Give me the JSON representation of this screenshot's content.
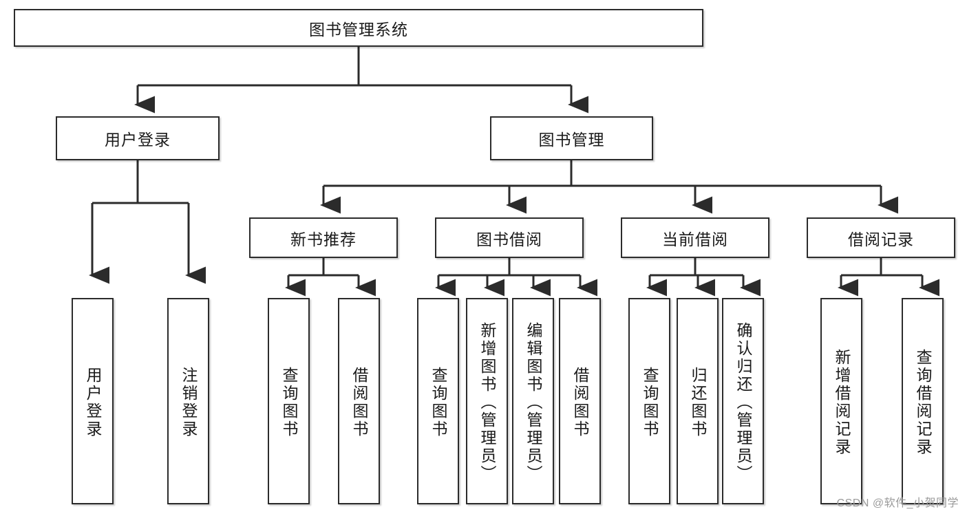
{
  "diagram": {
    "title_node": {
      "label": "图书管理系统"
    },
    "level2": [
      {
        "id": "user-login",
        "label": "用户登录"
      },
      {
        "id": "book-management",
        "label": "图书管理"
      }
    ],
    "level3": [
      {
        "id": "new-book-recommend",
        "label": "新书推荐"
      },
      {
        "id": "book-borrow",
        "label": "图书借阅"
      },
      {
        "id": "current-borrow",
        "label": "当前借阅"
      },
      {
        "id": "borrow-record",
        "label": "借阅记录"
      }
    ],
    "leaves": [
      {
        "id": "leaf-user-login",
        "label": "用户登录",
        "parent": "user-login"
      },
      {
        "id": "leaf-logout-login",
        "label": "注销登录",
        "parent": "user-login"
      },
      {
        "id": "leaf-query-book-1",
        "label": "查询图书",
        "parent": "new-book-recommend"
      },
      {
        "id": "leaf-borrow-book-1",
        "label": "借阅图书",
        "parent": "new-book-recommend"
      },
      {
        "id": "leaf-query-book-2",
        "label": "查询图书",
        "parent": "book-borrow"
      },
      {
        "id": "leaf-add-book",
        "label": "新增图书（管理员）",
        "parent": "book-borrow"
      },
      {
        "id": "leaf-edit-book",
        "label": "编辑图书（管理员）",
        "parent": "book-borrow"
      },
      {
        "id": "leaf-borrow-book-2",
        "label": "借阅图书",
        "parent": "book-borrow"
      },
      {
        "id": "leaf-query-book-3",
        "label": "查询图书",
        "parent": "current-borrow"
      },
      {
        "id": "leaf-return-book",
        "label": "归还图书",
        "parent": "current-borrow"
      },
      {
        "id": "leaf-confirm-return",
        "label": "确认归还（管理员）",
        "parent": "current-borrow"
      },
      {
        "id": "leaf-add-record",
        "label": "新增借阅记录",
        "parent": "borrow-record"
      },
      {
        "id": "leaf-query-record",
        "label": "查询借阅记录",
        "parent": "borrow-record"
      }
    ],
    "watermark": "CSDN @软件_小贺同学",
    "colors": {
      "stroke": "#2b2b2b",
      "background": "#ffffff",
      "text": "#1a1a1a",
      "watermark": "#9a9a9a"
    }
  }
}
